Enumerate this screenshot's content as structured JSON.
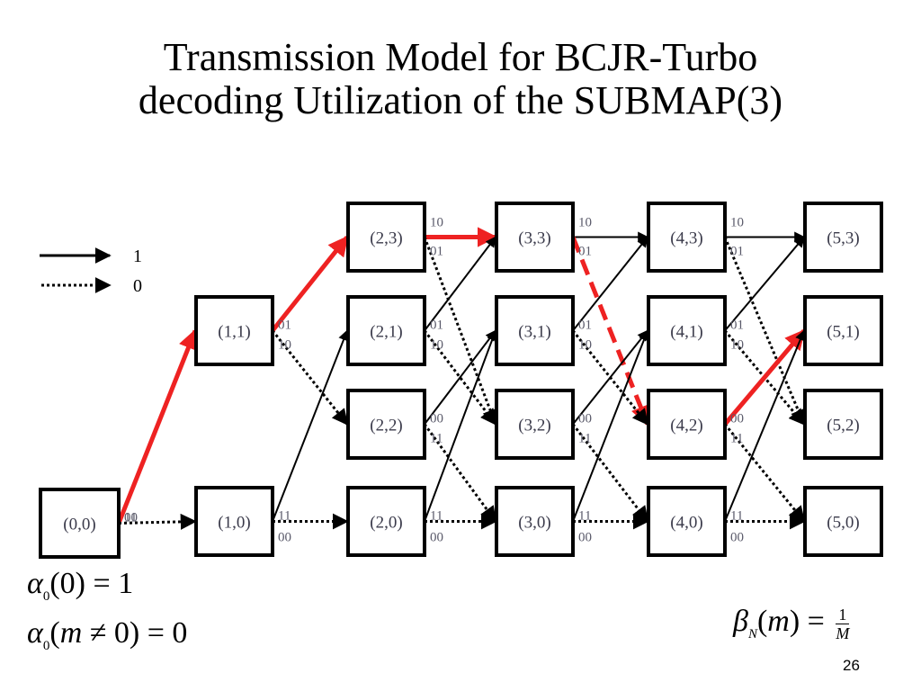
{
  "title": {
    "line1": "Transmission Model for BCJR-Turbo",
    "line2": "decoding Utilization of the SUBMAP(3)"
  },
  "legend": {
    "solid_label": "1",
    "dotted_label": "0"
  },
  "trellis": {
    "states": [
      {
        "id": "0,0",
        "label": "(0,0)",
        "col": 0,
        "row": 0
      },
      {
        "id": "1,1",
        "label": "(1,1)",
        "col": 1,
        "row": 1
      },
      {
        "id": "1,0",
        "label": "(1,0)",
        "col": 1,
        "row": 0
      },
      {
        "id": "2,3",
        "label": "(2,3)",
        "col": 2,
        "row": 3
      },
      {
        "id": "2,1",
        "label": "(2,1)",
        "col": 2,
        "row": 1
      },
      {
        "id": "2,2",
        "label": "(2,2)",
        "col": 2,
        "row": 2
      },
      {
        "id": "2,0",
        "label": "(2,0)",
        "col": 2,
        "row": 0
      },
      {
        "id": "3,3",
        "label": "(3,3)",
        "col": 3,
        "row": 3
      },
      {
        "id": "3,1",
        "label": "(3,1)",
        "col": 3,
        "row": 1
      },
      {
        "id": "3,2",
        "label": "(3,2)",
        "col": 3,
        "row": 2
      },
      {
        "id": "3,0",
        "label": "(3,0)",
        "col": 3,
        "row": 0
      },
      {
        "id": "4,3",
        "label": "(4,3)",
        "col": 4,
        "row": 3
      },
      {
        "id": "4,1",
        "label": "(4,1)",
        "col": 4,
        "row": 1
      },
      {
        "id": "4,2",
        "label": "(4,2)",
        "col": 4,
        "row": 2
      },
      {
        "id": "4,0",
        "label": "(4,0)",
        "col": 4,
        "row": 0
      },
      {
        "id": "5,3",
        "label": "(5,3)",
        "col": 5,
        "row": 3
      },
      {
        "id": "5,1",
        "label": "(5,1)",
        "col": 5,
        "row": 1
      },
      {
        "id": "5,2",
        "label": "(5,2)",
        "col": 5,
        "row": 2
      },
      {
        "id": "5,0",
        "label": "(5,0)",
        "col": 5,
        "row": 0
      }
    ],
    "transitions": [
      {
        "from": "0,0",
        "to": "1,1",
        "input": "1",
        "output": "11",
        "highlight": "red"
      },
      {
        "from": "0,0",
        "to": "1,0",
        "input": "0",
        "output": "00",
        "highlight": "none"
      },
      {
        "from": "1,1",
        "to": "2,3",
        "input": "1",
        "output": "01",
        "highlight": "red"
      },
      {
        "from": "1,1",
        "to": "2,2",
        "input": "0",
        "output": "10",
        "highlight": "none"
      },
      {
        "from": "1,0",
        "to": "2,1",
        "input": "1",
        "output": "11",
        "highlight": "none"
      },
      {
        "from": "1,0",
        "to": "2,0",
        "input": "0",
        "output": "00",
        "highlight": "none"
      },
      {
        "from": "2,3",
        "to": "3,3",
        "input": "1",
        "output": "10",
        "highlight": "red"
      },
      {
        "from": "2,3",
        "to": "3,2",
        "input": "0",
        "output": "01",
        "highlight": "none"
      },
      {
        "from": "2,1",
        "to": "3,3",
        "input": "1",
        "output": "01",
        "highlight": "none"
      },
      {
        "from": "2,1",
        "to": "3,2",
        "input": "0",
        "output": "10",
        "highlight": "none"
      },
      {
        "from": "2,2",
        "to": "3,1",
        "input": "1",
        "output": "00",
        "highlight": "none"
      },
      {
        "from": "2,2",
        "to": "3,0",
        "input": "0",
        "output": "11",
        "highlight": "none"
      },
      {
        "from": "2,0",
        "to": "3,1",
        "input": "1",
        "output": "11",
        "highlight": "none"
      },
      {
        "from": "2,0",
        "to": "3,0",
        "input": "0",
        "output": "00",
        "highlight": "none"
      },
      {
        "from": "3,3",
        "to": "4,3",
        "input": "1",
        "output": "10",
        "highlight": "none"
      },
      {
        "from": "3,3",
        "to": "4,2",
        "input": "0",
        "output": "01",
        "highlight": "red-dashed"
      },
      {
        "from": "3,1",
        "to": "4,3",
        "input": "1",
        "output": "01",
        "highlight": "none"
      },
      {
        "from": "3,1",
        "to": "4,2",
        "input": "0",
        "output": "10",
        "highlight": "none"
      },
      {
        "from": "3,2",
        "to": "4,1",
        "input": "1",
        "output": "00",
        "highlight": "none"
      },
      {
        "from": "3,2",
        "to": "4,0",
        "input": "0",
        "output": "11",
        "highlight": "none"
      },
      {
        "from": "3,0",
        "to": "4,1",
        "input": "1",
        "output": "11",
        "highlight": "none"
      },
      {
        "from": "3,0",
        "to": "4,0",
        "input": "0",
        "output": "00",
        "highlight": "none"
      },
      {
        "from": "4,3",
        "to": "5,3",
        "input": "1",
        "output": "10",
        "highlight": "none"
      },
      {
        "from": "4,3",
        "to": "5,2",
        "input": "0",
        "output": "01",
        "highlight": "none"
      },
      {
        "from": "4,1",
        "to": "5,3",
        "input": "1",
        "output": "01",
        "highlight": "none"
      },
      {
        "from": "4,1",
        "to": "5,2",
        "input": "0",
        "output": "10",
        "highlight": "none"
      },
      {
        "from": "4,2",
        "to": "5,1",
        "input": "1",
        "output": "00",
        "highlight": "red"
      },
      {
        "from": "4,2",
        "to": "5,0",
        "input": "0",
        "output": "11",
        "highlight": "none"
      },
      {
        "from": "4,0",
        "to": "5,1",
        "input": "1",
        "output": "11",
        "highlight": "none"
      },
      {
        "from": "4,0",
        "to": "5,0",
        "input": "0",
        "output": "00",
        "highlight": "none"
      }
    ]
  },
  "equations": {
    "alpha_init": "α₀(0) = 1",
    "alpha_other": "α₀(m ≠ 0) = 0",
    "beta_final": "β_N(m) = 1/M",
    "alpha_sym": "α",
    "alpha_sub": "0",
    "alpha_arg1": "(0)",
    "alpha_rhs1": " = 1",
    "alpha_arg2_m": "m",
    "alpha_arg2_rest": " ≠ 0",
    "alpha_rhs2": " = 0",
    "beta_sym": "β",
    "beta_sub": "N",
    "beta_arg": "m",
    "beta_eq": " = ",
    "beta_num": "1",
    "beta_den": "M"
  },
  "colors": {
    "highlight": "#ee2222",
    "edge": "#000000"
  },
  "page_number": "26"
}
